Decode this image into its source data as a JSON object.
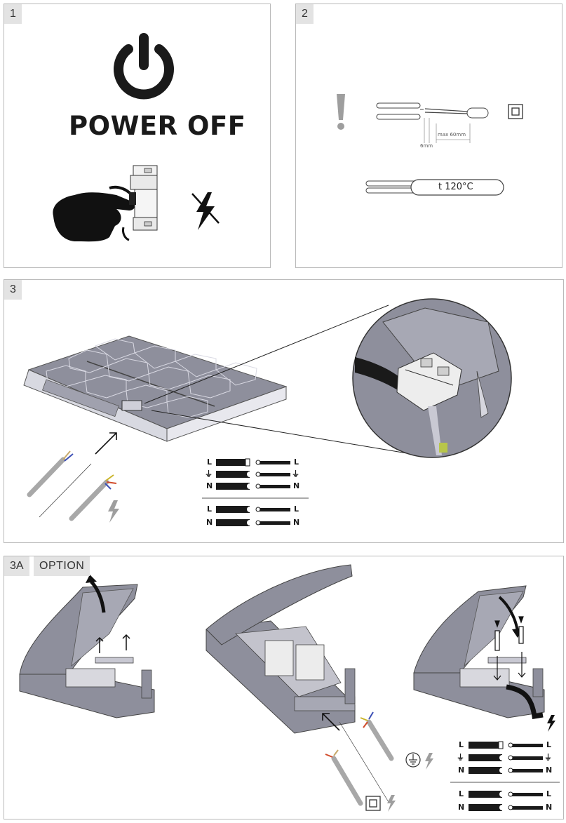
{
  "panels": {
    "p1": {
      "number": "1",
      "title": "POWER OFF"
    },
    "p2": {
      "number": "2",
      "strip_length": "6mm",
      "max_length": "max 60mm",
      "temperature": "t 120°C"
    },
    "p3": {
      "number": "3"
    },
    "p3a": {
      "number": "3A",
      "option": "OPTION"
    }
  },
  "wiring": {
    "three_wire": {
      "rows": [
        "L",
        "⏚",
        "N"
      ]
    },
    "two_wire": {
      "rows": [
        "L",
        "N"
      ]
    }
  },
  "icons": {
    "power": "power-icon",
    "breaker": "breaker-icon",
    "no_voltage": "no-voltage-icon",
    "warning": "exclamation-icon",
    "double_insulation": "double-insulation-icon",
    "ground": "ground-icon",
    "lightning": "lightning-icon"
  },
  "colors": {
    "ink": "#1a1a1a",
    "panel_tag": "#e3e3e3",
    "cable_grey": "#a8a8a8",
    "body_grey": "#8e8f9c"
  }
}
